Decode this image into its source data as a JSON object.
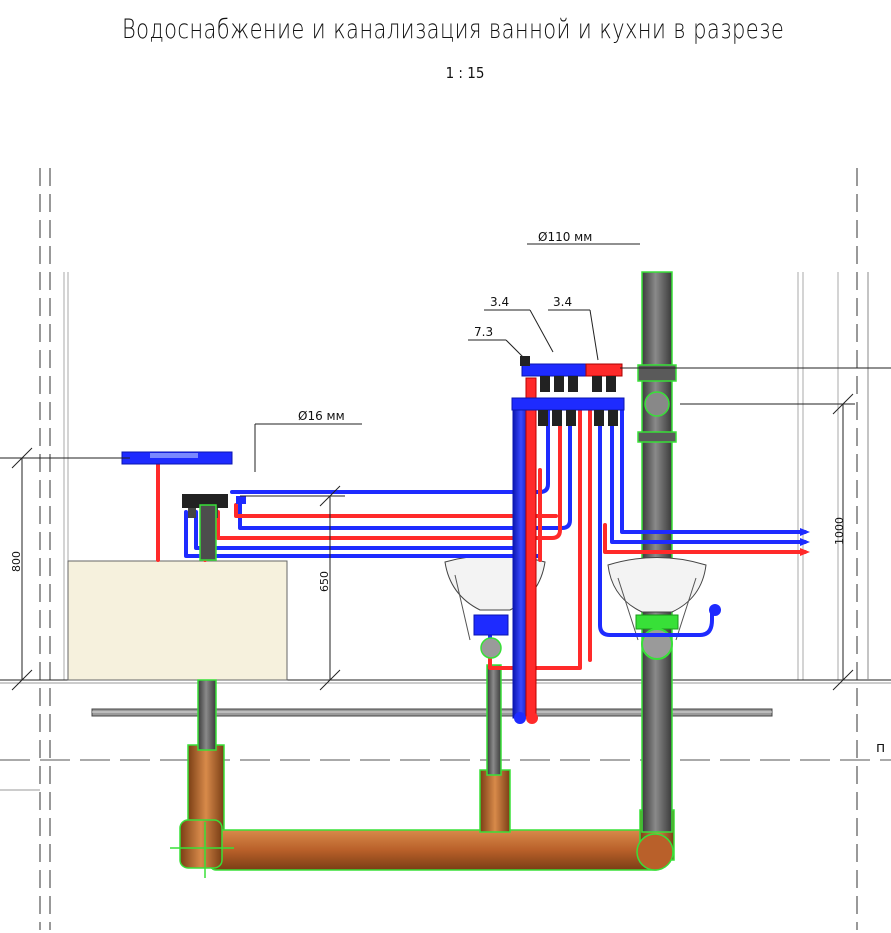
{
  "title": "Водоснабжение и канализация ванной и кухни в разрезе",
  "scale": "1 : 15",
  "labels": {
    "pipe_110": "Ø110 мм",
    "pipe_16": "Ø16 мм",
    "valve_a": "3.4",
    "valve_b": "3.4",
    "valve_c": "7.3",
    "dim_800": "800",
    "dim_650": "650",
    "dim_1000": "1000",
    "edge_p": "п"
  },
  "colors": {
    "hot": "#ff2a2a",
    "cold": "#1e2bff",
    "sewer_riser": "#4d4d4d",
    "sewer_orange": "#c46a2c",
    "outline_green": "#38e038",
    "cabinet": "#f6f1dd"
  }
}
